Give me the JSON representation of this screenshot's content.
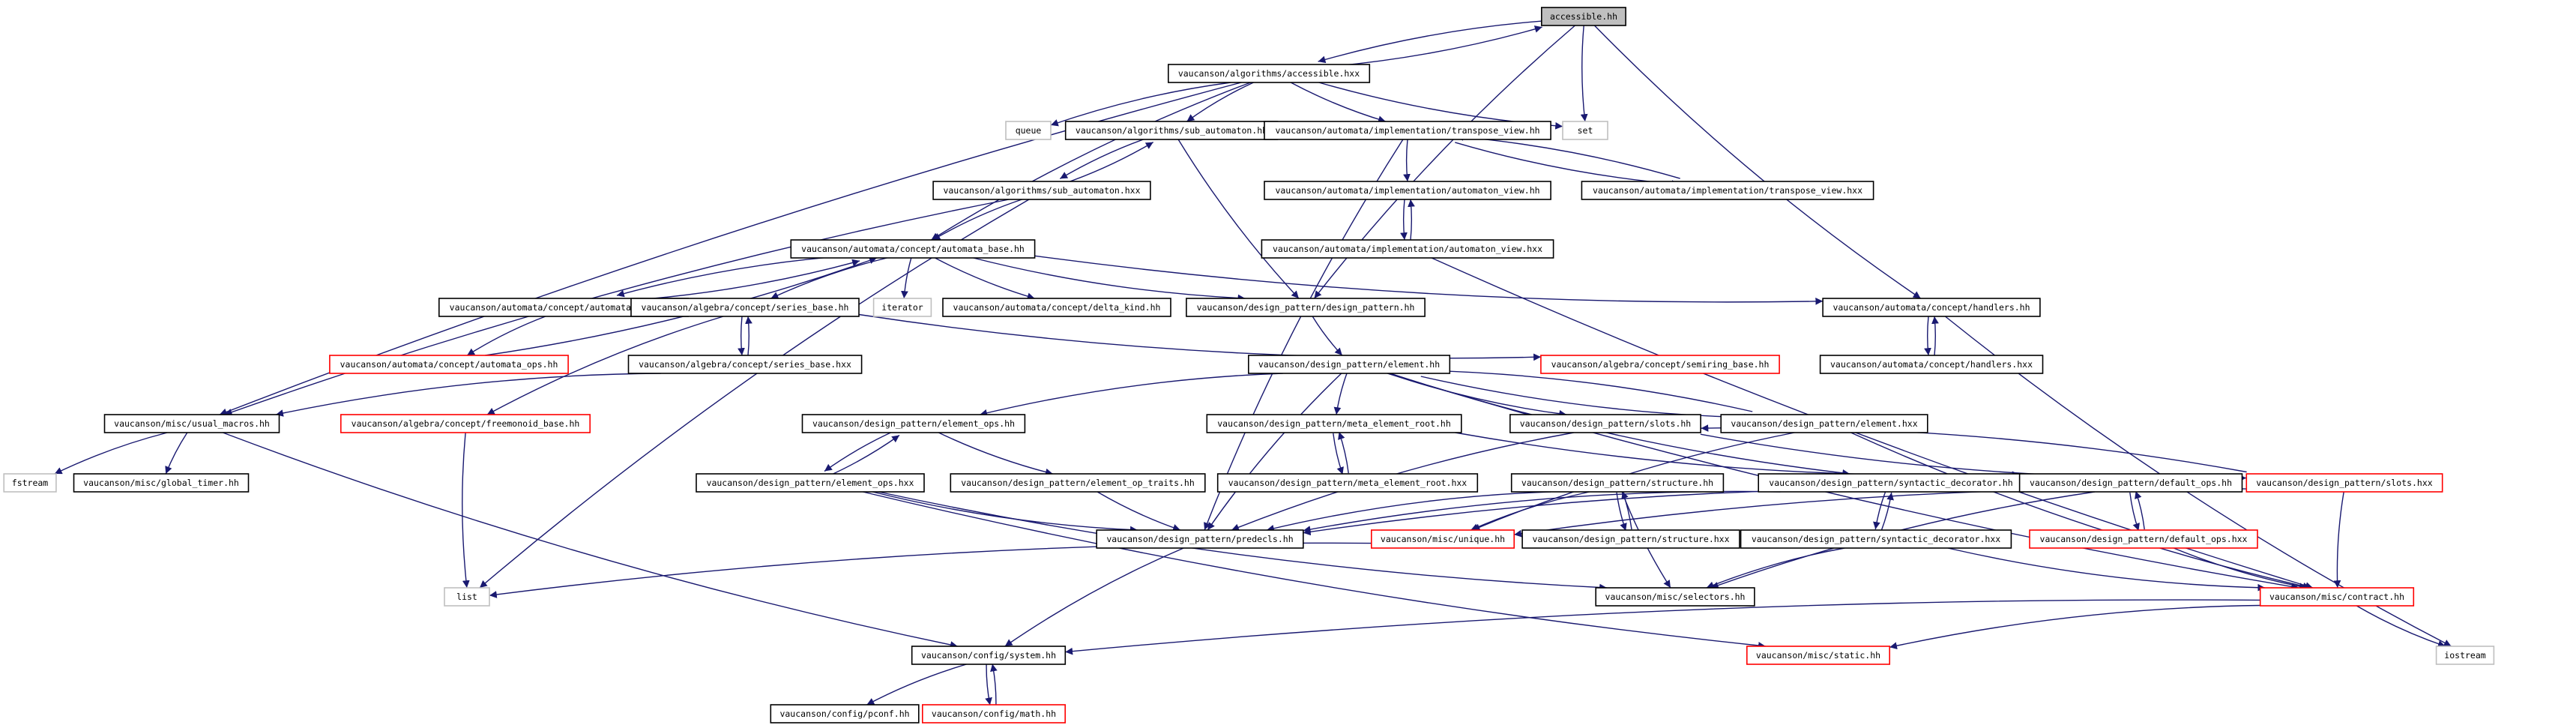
{
  "diagram": {
    "style": {
      "edge_color": "#191970",
      "node_border": "#000000",
      "missing_border": "#ff0000",
      "external_border": "#bfbfbf",
      "root_fill": "#bfbfbf"
    },
    "nodes": [
      {
        "id": "root",
        "label": "accessible.hh",
        "kind": "root"
      },
      {
        "id": "alg_acc_hxx",
        "label": "vaucanson/algorithms/accessible.hxx",
        "kind": "normal"
      },
      {
        "id": "queue",
        "label": "queue",
        "kind": "external"
      },
      {
        "id": "set",
        "label": "set",
        "kind": "external"
      },
      {
        "id": "sub_hh",
        "label": "vaucanson/algorithms/sub_automaton.hh",
        "kind": "normal"
      },
      {
        "id": "tv_hh",
        "label": "vaucanson/automata/implementation/transpose_view.hh",
        "kind": "normal"
      },
      {
        "id": "sub_hxx",
        "label": "vaucanson/algorithms/sub_automaton.hxx",
        "kind": "normal"
      },
      {
        "id": "av_hh",
        "label": "vaucanson/automata/implementation/automaton_view.hh",
        "kind": "normal"
      },
      {
        "id": "tv_hxx",
        "label": "vaucanson/automata/implementation/transpose_view.hxx",
        "kind": "normal"
      },
      {
        "id": "av_hxx",
        "label": "vaucanson/automata/implementation/automaton_view.hxx",
        "kind": "normal"
      },
      {
        "id": "ab_hh",
        "label": "vaucanson/automata/concept/automata_base.hh",
        "kind": "normal"
      },
      {
        "id": "ab_hxx",
        "label": "vaucanson/automata/concept/automata_base.hxx",
        "kind": "normal"
      },
      {
        "id": "sb_hh",
        "label": "vaucanson/algebra/concept/series_base.hh",
        "kind": "normal"
      },
      {
        "id": "iterator",
        "label": "iterator",
        "kind": "external"
      },
      {
        "id": "dk_hh",
        "label": "vaucanson/automata/concept/delta_kind.hh",
        "kind": "normal"
      },
      {
        "id": "dp_hh",
        "label": "vaucanson/design_pattern/design_pattern.hh",
        "kind": "normal"
      },
      {
        "id": "handlers_hh",
        "label": "vaucanson/automata/concept/handlers.hh",
        "kind": "normal"
      },
      {
        "id": "aops_hh",
        "label": "vaucanson/automata/concept/automata_ops.hh",
        "kind": "missing"
      },
      {
        "id": "sb_hxx",
        "label": "vaucanson/algebra/concept/series_base.hxx",
        "kind": "normal"
      },
      {
        "id": "el_hh",
        "label": "vaucanson/design_pattern/element.hh",
        "kind": "normal"
      },
      {
        "id": "srb_hh",
        "label": "vaucanson/algebra/concept/semiring_base.hh",
        "kind": "missing"
      },
      {
        "id": "handlers_hxx",
        "label": "vaucanson/automata/concept/handlers.hxx",
        "kind": "normal"
      },
      {
        "id": "um_hh",
        "label": "vaucanson/misc/usual_macros.hh",
        "kind": "normal"
      },
      {
        "id": "fmb_hh",
        "label": "vaucanson/algebra/concept/freemonoid_base.hh",
        "kind": "missing"
      },
      {
        "id": "eo_hh",
        "label": "vaucanson/design_pattern/element_ops.hh",
        "kind": "normal"
      },
      {
        "id": "mer_hh",
        "label": "vaucanson/design_pattern/meta_element_root.hh",
        "kind": "normal"
      },
      {
        "id": "slots_hh",
        "label": "vaucanson/design_pattern/slots.hh",
        "kind": "normal"
      },
      {
        "id": "el_hxx",
        "label": "vaucanson/design_pattern/element.hxx",
        "kind": "normal"
      },
      {
        "id": "fstream",
        "label": "fstream",
        "kind": "external"
      },
      {
        "id": "gt_hh",
        "label": "vaucanson/misc/global_timer.hh",
        "kind": "normal"
      },
      {
        "id": "eo_hxx",
        "label": "vaucanson/design_pattern/element_ops.hxx",
        "kind": "normal"
      },
      {
        "id": "eot_hh",
        "label": "vaucanson/design_pattern/element_op_traits.hh",
        "kind": "normal"
      },
      {
        "id": "mer_hxx",
        "label": "vaucanson/design_pattern/meta_element_root.hxx",
        "kind": "normal"
      },
      {
        "id": "str_hh",
        "label": "vaucanson/design_pattern/structure.hh",
        "kind": "normal"
      },
      {
        "id": "sd_hh",
        "label": "vaucanson/design_pattern/syntactic_decorator.hh",
        "kind": "normal"
      },
      {
        "id": "do_hh",
        "label": "vaucanson/design_pattern/default_ops.hh",
        "kind": "normal"
      },
      {
        "id": "slots_hxx",
        "label": "vaucanson/design_pattern/slots.hxx",
        "kind": "missing"
      },
      {
        "id": "predecls",
        "label": "vaucanson/design_pattern/predecls.hh",
        "kind": "normal"
      },
      {
        "id": "unique",
        "label": "vaucanson/misc/unique.hh",
        "kind": "missing"
      },
      {
        "id": "str_hxx",
        "label": "vaucanson/design_pattern/structure.hxx",
        "kind": "normal"
      },
      {
        "id": "sd_hxx",
        "label": "vaucanson/design_pattern/syntactic_decorator.hxx",
        "kind": "normal"
      },
      {
        "id": "do_hxx",
        "label": "vaucanson/design_pattern/default_ops.hxx",
        "kind": "missing"
      },
      {
        "id": "list",
        "label": "list",
        "kind": "external"
      },
      {
        "id": "selectors",
        "label": "vaucanson/misc/selectors.hh",
        "kind": "normal"
      },
      {
        "id": "contract",
        "label": "vaucanson/misc/contract.hh",
        "kind": "missing"
      },
      {
        "id": "system",
        "label": "vaucanson/config/system.hh",
        "kind": "normal"
      },
      {
        "id": "static",
        "label": "vaucanson/misc/static.hh",
        "kind": "missing"
      },
      {
        "id": "iostream",
        "label": "iostream",
        "kind": "external"
      },
      {
        "id": "pconf",
        "label": "vaucanson/config/pconf.hh",
        "kind": "normal"
      },
      {
        "id": "math",
        "label": "vaucanson/config/math.hh",
        "kind": "missing"
      }
    ],
    "edges": [
      [
        "root",
        "alg_acc_hxx"
      ],
      [
        "alg_acc_hxx",
        "root"
      ],
      [
        "root",
        "set"
      ],
      [
        "root",
        "handlers_hh"
      ],
      [
        "root",
        "dp_hh"
      ],
      [
        "alg_acc_hxx",
        "queue"
      ],
      [
        "alg_acc_hxx",
        "set"
      ],
      [
        "alg_acc_hxx",
        "sub_hh"
      ],
      [
        "alg_acc_hxx",
        "tv_hh"
      ],
      [
        "alg_acc_hxx",
        "ab_hh"
      ],
      [
        "alg_acc_hxx",
        "um_hh"
      ],
      [
        "sub_hh",
        "sub_hxx"
      ],
      [
        "sub_hxx",
        "sub_hh"
      ],
      [
        "sub_hh",
        "dp_hh"
      ],
      [
        "sub_hxx",
        "ab_hh"
      ],
      [
        "sub_hxx",
        "um_hh"
      ],
      [
        "sub_hxx",
        "list"
      ],
      [
        "tv_hh",
        "av_hh"
      ],
      [
        "tv_hh",
        "tv_hxx"
      ],
      [
        "tv_hxx",
        "tv_hh"
      ],
      [
        "tv_hh",
        "predecls"
      ],
      [
        "av_hh",
        "av_hxx"
      ],
      [
        "av_hxx",
        "av_hh"
      ],
      [
        "av_hxx",
        "contract"
      ],
      [
        "ab_hh",
        "ab_hxx"
      ],
      [
        "ab_hxx",
        "ab_hh"
      ],
      [
        "ab_hh",
        "sb_hh"
      ],
      [
        "ab_hh",
        "iterator"
      ],
      [
        "ab_hh",
        "dk_hh"
      ],
      [
        "ab_hh",
        "dp_hh"
      ],
      [
        "ab_hh",
        "handlers_hh"
      ],
      [
        "ab_hxx",
        "aops_hh"
      ],
      [
        "aops_hh",
        "ab_hh"
      ],
      [
        "sb_hh",
        "sb_hxx"
      ],
      [
        "sb_hxx",
        "sb_hh"
      ],
      [
        "sb_hh",
        "srb_hh"
      ],
      [
        "sb_hh",
        "fmb_hh"
      ],
      [
        "sb_hxx",
        "um_hh"
      ],
      [
        "handlers_hh",
        "handlers_hxx"
      ],
      [
        "handlers_hxx",
        "handlers_hh"
      ],
      [
        "handlers_hh",
        "iostream"
      ],
      [
        "dp_hh",
        "el_hh"
      ],
      [
        "el_hh",
        "eo_hh"
      ],
      [
        "el_hh",
        "mer_hh"
      ],
      [
        "el_hh",
        "slots_hh"
      ],
      [
        "el_hh",
        "el_hxx"
      ],
      [
        "el_hxx",
        "el_hh"
      ],
      [
        "el_hh",
        "predecls"
      ],
      [
        "el_hh",
        "sd_hh"
      ],
      [
        "el_hh",
        "contract"
      ],
      [
        "um_hh",
        "fstream"
      ],
      [
        "um_hh",
        "gt_hh"
      ],
      [
        "um_hh",
        "system"
      ],
      [
        "fmb_hh",
        "list"
      ],
      [
        "eo_hh",
        "eo_hxx"
      ],
      [
        "eo_hxx",
        "eo_hh"
      ],
      [
        "eo_hh",
        "eot_hh"
      ],
      [
        "eo_hxx",
        "predecls"
      ],
      [
        "eo_hxx",
        "static"
      ],
      [
        "eo_hxx",
        "selectors"
      ],
      [
        "eot_hh",
        "predecls"
      ],
      [
        "mer_hh",
        "mer_hxx"
      ],
      [
        "mer_hxx",
        "mer_hh"
      ],
      [
        "mer_hh",
        "do_hh"
      ],
      [
        "slots_hh",
        "predecls"
      ],
      [
        "slots_hh",
        "slots_hxx"
      ],
      [
        "slots_hxx",
        "slots_hh"
      ],
      [
        "el_hxx",
        "unique"
      ],
      [
        "el_hxx",
        "contract"
      ],
      [
        "str_hh",
        "str_hxx"
      ],
      [
        "str_hxx",
        "str_hh"
      ],
      [
        "str_hh",
        "predecls"
      ],
      [
        "str_hh",
        "unique"
      ],
      [
        "str_hh",
        "selectors"
      ],
      [
        "sd_hh",
        "sd_hxx"
      ],
      [
        "sd_hxx",
        "sd_hh"
      ],
      [
        "sd_hh",
        "predecls"
      ],
      [
        "do_hh",
        "do_hxx"
      ],
      [
        "do_hxx",
        "do_hh"
      ],
      [
        "do_hh",
        "predecls"
      ],
      [
        "do_hh",
        "selectors"
      ],
      [
        "slots_hxx",
        "contract"
      ],
      [
        "slots_hxx",
        "unique"
      ],
      [
        "do_hxx",
        "contract"
      ],
      [
        "sd_hxx",
        "selectors"
      ],
      [
        "sd_hxx",
        "contract"
      ],
      [
        "predecls",
        "system"
      ],
      [
        "unique",
        "list"
      ],
      [
        "contract",
        "system"
      ],
      [
        "contract",
        "static"
      ],
      [
        "contract",
        "iostream"
      ],
      [
        "system",
        "pconf"
      ],
      [
        "system",
        "math"
      ],
      [
        "math",
        "system"
      ]
    ]
  }
}
